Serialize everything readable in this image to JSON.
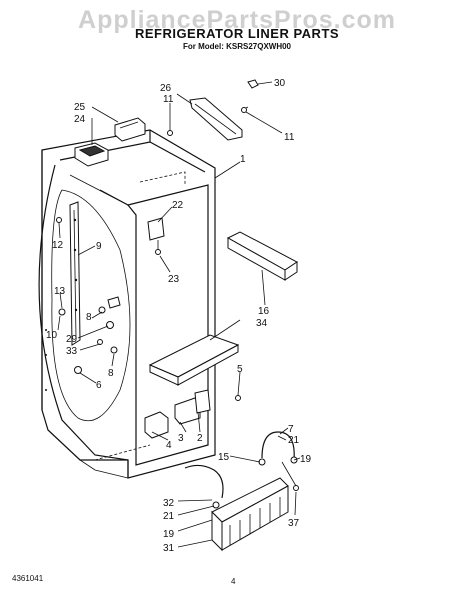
{
  "watermark": "AppliancePartsPros.com",
  "header": {
    "title": "REFRIGERATOR LINER PARTS",
    "model": "For Model: KSRS27QXWH00"
  },
  "footer": {
    "doc_number": "4361041",
    "page_number": "4"
  },
  "callouts": {
    "c1": "1",
    "c2": "2",
    "c3": "3",
    "c4": "4",
    "c5": "5",
    "c6": "6",
    "c7": "7",
    "c8a": "8",
    "c8b": "8",
    "c9": "9",
    "c10": "10",
    "c11a": "11",
    "c11b": "11",
    "c12": "12",
    "c13": "13",
    "c15": "15",
    "c16": "16",
    "c19a": "19",
    "c19b": "19",
    "c21a": "21",
    "c21b": "21",
    "c22": "22",
    "c23": "23",
    "c24": "24",
    "c25": "25",
    "c26": "26",
    "c29": "29",
    "c30": "30",
    "c31": "31",
    "c32": "32",
    "c33": "33",
    "c34": "34",
    "c37": "37"
  }
}
